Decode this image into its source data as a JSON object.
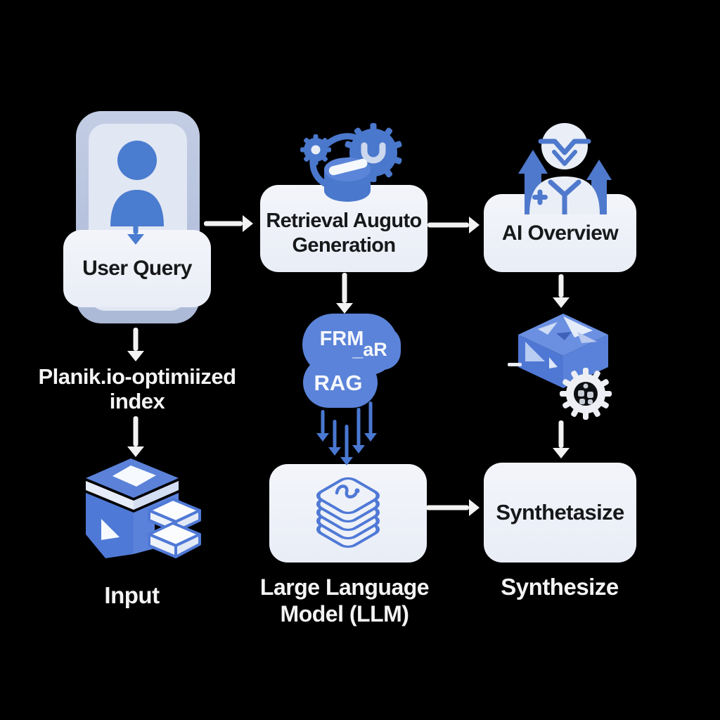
{
  "canvas": {
    "background": "#000000"
  },
  "palette": {
    "icon_blue": "#4a7ace",
    "cloud_blue": "#5b83d9",
    "box_bg": "#eef1f8",
    "box_text": "#17181a",
    "label_white": "#f4f4f4",
    "arrow_white": "#f2f2f2",
    "phone_frame": "#b7c3de",
    "phone_screen": "#e1e7f3"
  },
  "nodes": {
    "user_query": {
      "label": "User Query"
    },
    "retrieval": {
      "line1": "Retrieval Auguto",
      "line2": "Generation"
    },
    "ai_overview": {
      "label": "AI Overview"
    },
    "synthetasize": {
      "label": "Synthetasize"
    }
  },
  "labels": {
    "index": {
      "line1": "Planik.io-optimiized",
      "line2": "index"
    },
    "input": "Input",
    "llm": {
      "line1": "Large Language",
      "line2": "Model (LLM)"
    },
    "synthesize": "Synthesize"
  },
  "cloud": {
    "top": "FRM",
    "mid": "_aR",
    "bottom": "RAG"
  },
  "icons": {
    "phone_user": "user-icon",
    "retrieval_gears": "gear-pipeline-icon",
    "ai_person": "ai-assistant-icon",
    "knowledge_cube": "package-cube-icon",
    "cube_gear": "settings-gear-icon",
    "input_stack": "database-stack-icon",
    "llm_stack": "llm-layers-icon"
  }
}
